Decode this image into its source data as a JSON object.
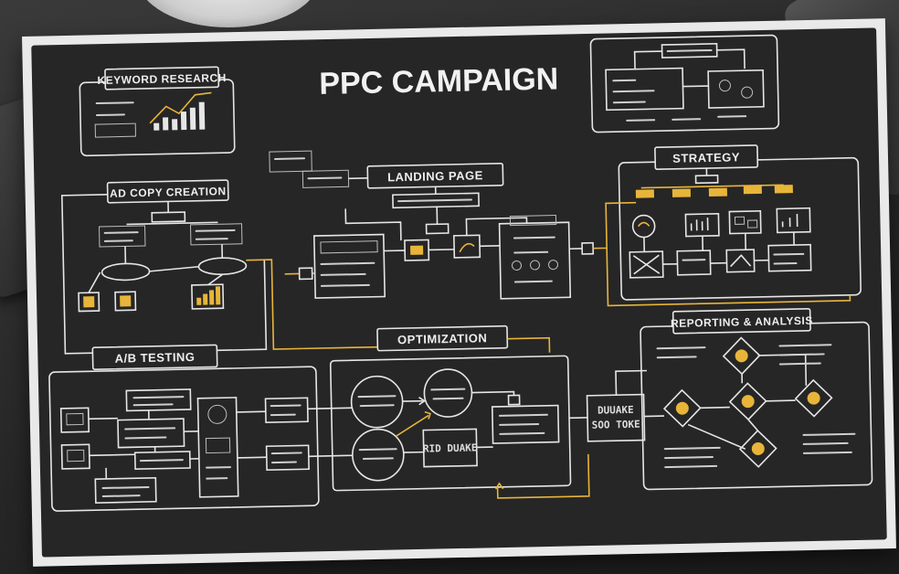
{
  "diagram": {
    "title": "PPC CAMPAIGN",
    "sections": {
      "keyword_research": "KEYWORD RESEARCH",
      "ad_copy_creation": "AD COPY CREATION",
      "landing_page": "LANDING PAGE",
      "strategy": "STRATEGY",
      "ab_testing": "A/B TESTING",
      "optimization": "OPTIMIZATION",
      "reporting_analysis": "REPORTING & ANALYSIS"
    },
    "node_labels": {
      "center_box": "DUUAKE\nSOO TOKE",
      "rid_box": "RID DUAKE"
    }
  },
  "colors": {
    "board": "#262626",
    "line": "#e6e6e6",
    "accent": "#e8b53a"
  }
}
